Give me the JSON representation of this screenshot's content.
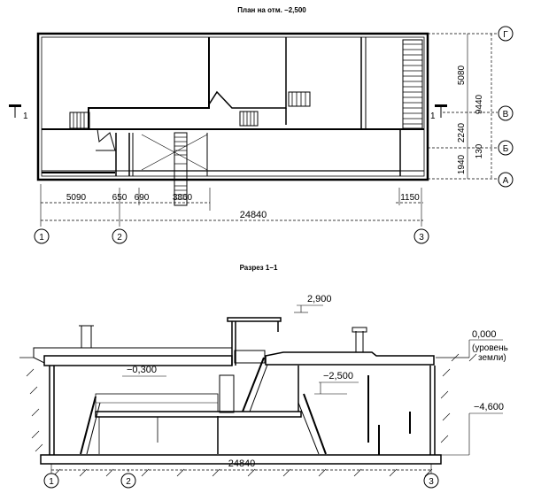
{
  "plan": {
    "title": "План на отм.  −2,500",
    "dims_bottom": [
      "5090",
      "650",
      "690",
      "3860",
      "1150"
    ],
    "dim_total": "24840",
    "dims_right": [
      "5080",
      "2240",
      "130",
      "1940"
    ],
    "dim_right_total": "9440",
    "axes_x": [
      "1",
      "2",
      "3"
    ],
    "axes_y": [
      "Г",
      "В",
      "Б",
      "А"
    ],
    "section_mark": "1"
  },
  "section": {
    "title": "Разрез 1−1",
    "levels": {
      "top": "2,900",
      "ground": "0,000",
      "ground_note_1": "(уровень",
      "ground_note_2": "земли)",
      "mezz": "−0,300",
      "floor1": "−2,500",
      "bottom": "−4,600"
    },
    "dim_total": "24840",
    "axes_x": [
      "1",
      "2",
      "3"
    ]
  }
}
